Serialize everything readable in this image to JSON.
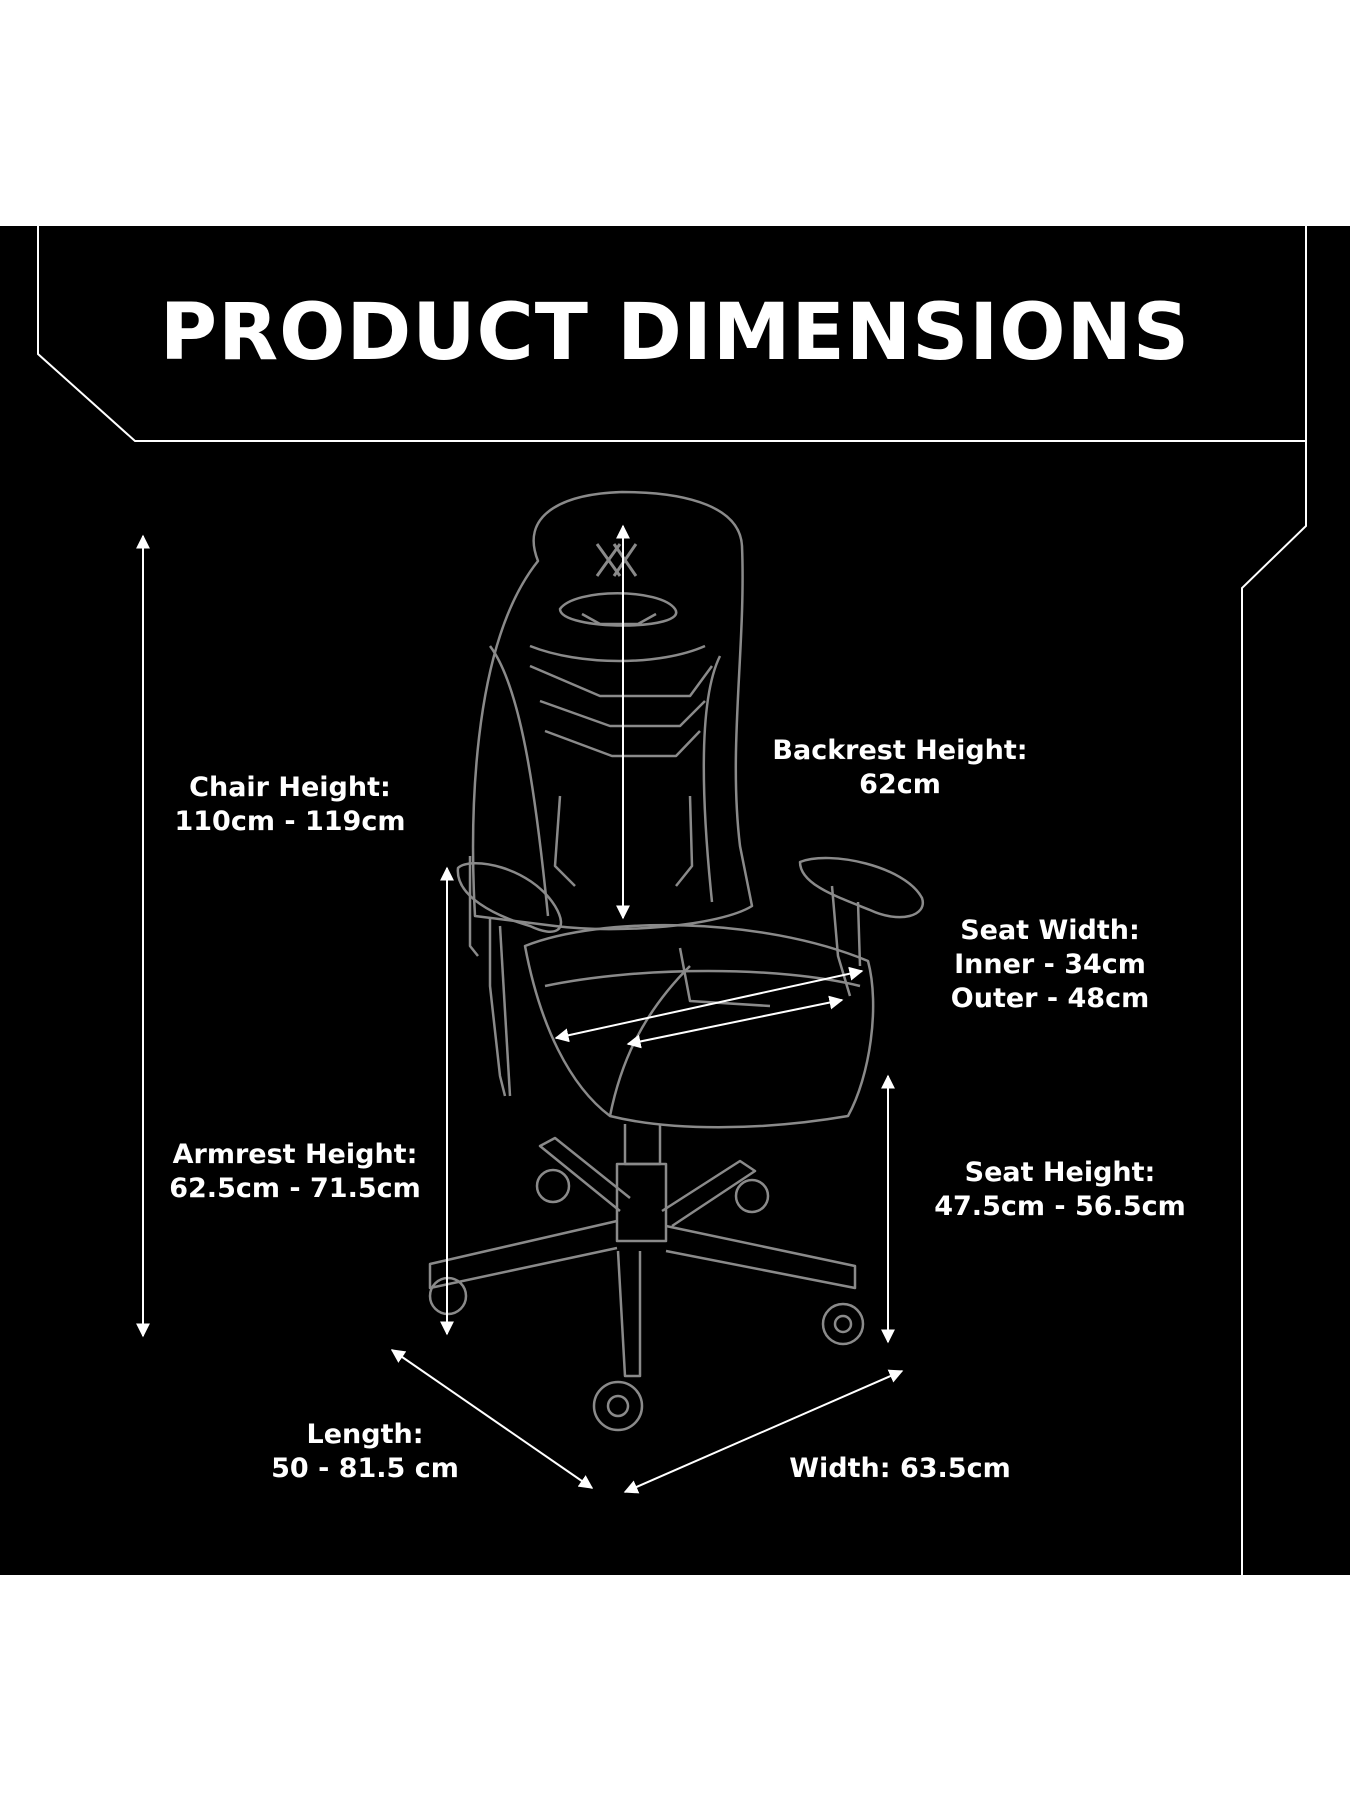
{
  "title": "PRODUCT DIMENSIONS",
  "colors": {
    "background": "#000000",
    "foreground": "#ffffff",
    "page": "#ffffff"
  },
  "labels": {
    "chair_height": {
      "name": "Chair Height:",
      "value": "110cm - 119cm"
    },
    "backrest_height": {
      "name": "Backrest Height:",
      "value": "62cm"
    },
    "seat_width": {
      "name": "Seat Width:",
      "inner": "Inner - 34cm",
      "outer": "Outer - 48cm"
    },
    "armrest_height": {
      "name": "Armrest Height:",
      "value": "62.5cm - 71.5cm"
    },
    "seat_height": {
      "name": "Seat Height:",
      "value": "47.5cm - 56.5cm"
    },
    "length": {
      "name": "Length:",
      "value": "50 - 81.5 cm"
    },
    "width": {
      "name": "Width: 63.5cm"
    }
  },
  "icons": [
    "chair-outline-icon",
    "dimension-arrow-icon",
    "x-logo-icon"
  ]
}
